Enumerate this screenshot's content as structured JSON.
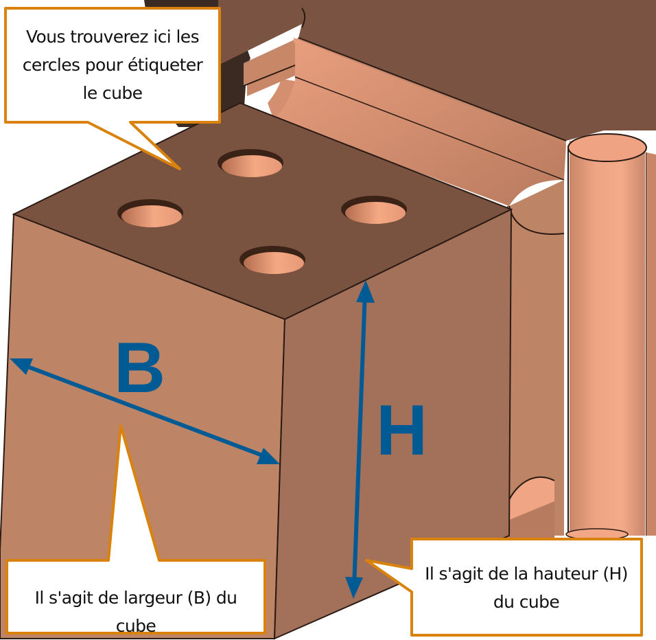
{
  "callouts": {
    "circles": "Vous trouverez ici les cercles pour étiqueter le cube",
    "width": "Il s'agit de largeur (B) du cube",
    "height": "Il s'agit de la hauteur (H) du cube"
  },
  "dimensions": {
    "width_letter": "B",
    "height_letter": "H"
  },
  "colors": {
    "accent": "#005A94",
    "callout_border": "#D9820E",
    "cube_top": "#7A5340",
    "cube_front": "#BE8466",
    "cube_right": "#A3705A",
    "copper_light": "#EFA382"
  }
}
